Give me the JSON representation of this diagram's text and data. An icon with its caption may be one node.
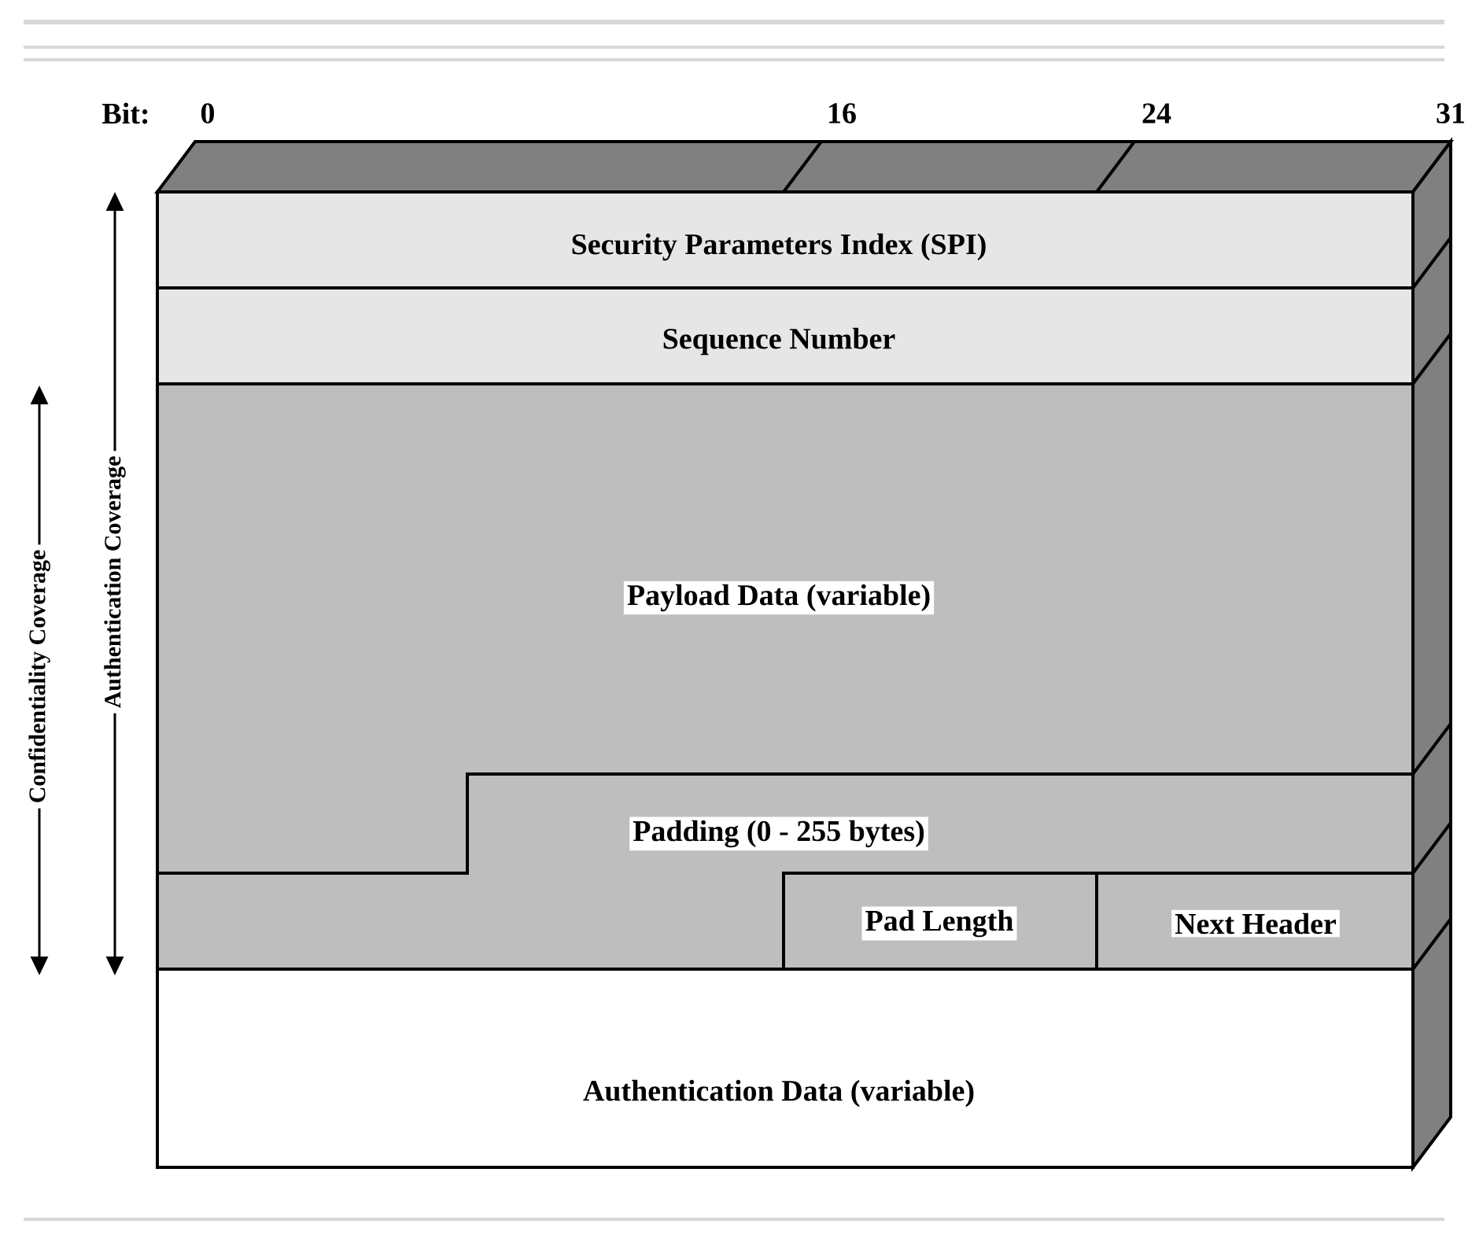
{
  "diagram": {
    "nodes": [
      {
        "text": [
          "Security Parameters Index (SPI)"
        ]
      },
      {
        "text": [
          "Sequence Number"
        ]
      },
      {
        "text": [
          "Payload Data (variable)"
        ]
      },
      {
        "text": [
          "Padding (0 - 255 bytes)"
        ]
      },
      {
        "text": [
          "Pad Length"
        ]
      },
      {
        "text": [
          "Next Header"
        ]
      },
      {
        "text": [
          "Authentication Data (variable)"
        ]
      }
    ],
    "labels": [
      "Bit:",
      "0",
      "16",
      "24",
      "31",
      "Confidentiality Coverage",
      "Authentication Coverage"
    ]
  }
}
